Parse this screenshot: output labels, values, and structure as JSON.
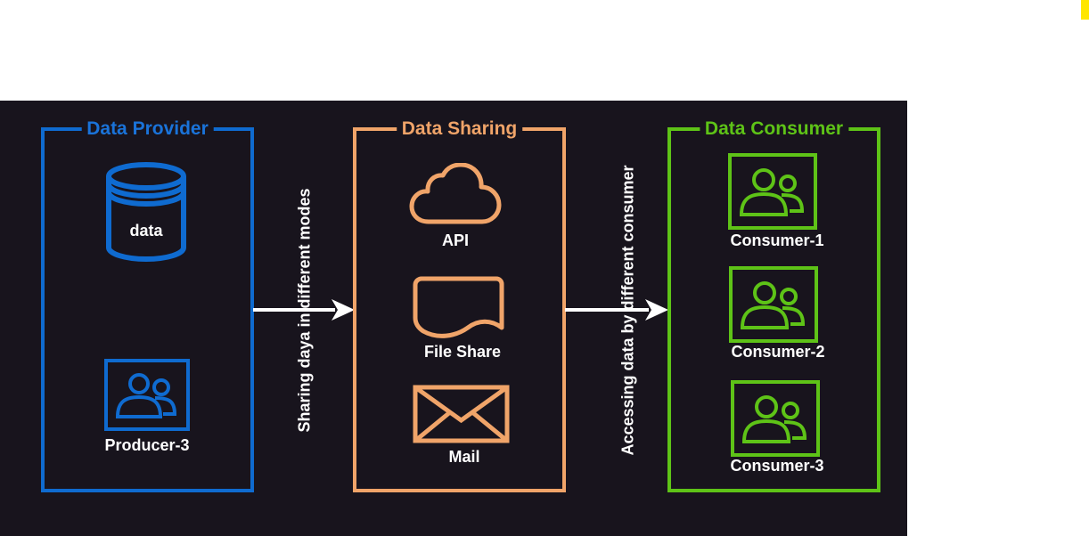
{
  "colors": {
    "background": "#18141d",
    "provider": "#0f6bd0",
    "sharing": "#f0a469",
    "consumer": "#5ec317",
    "text": "#ffffff",
    "marker": "#ffe600"
  },
  "provider": {
    "title": "Data Provider",
    "database_label": "data",
    "database_icon": "database-icon",
    "producer_label": "Producer-3",
    "producer_icon": "users-icon"
  },
  "sharing": {
    "title": "Data Sharing",
    "items": [
      {
        "label": "API",
        "icon": "cloud-icon"
      },
      {
        "label": "File Share",
        "icon": "document-icon"
      },
      {
        "label": "Mail",
        "icon": "mail-icon"
      }
    ]
  },
  "consumer": {
    "title": "Data Consumer",
    "items": [
      {
        "label": "Consumer-1",
        "icon": "users-icon"
      },
      {
        "label": "Consumer-2",
        "icon": "users-icon"
      },
      {
        "label": "Consumer-3",
        "icon": "users-icon"
      }
    ]
  },
  "arrows": {
    "provider_to_sharing": "Sharing daya in different modes",
    "sharing_to_consumer": "Accessing  data by different consumer"
  }
}
